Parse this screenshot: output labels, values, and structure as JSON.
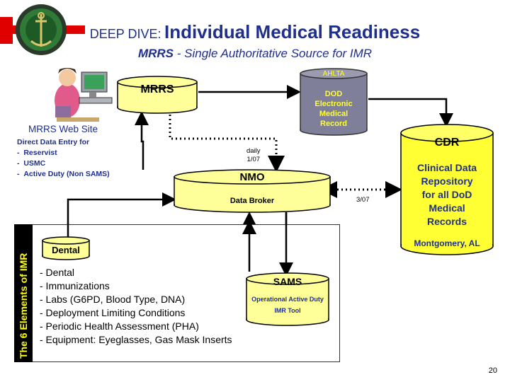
{
  "header": {
    "title_prefix": "DEEP DIVE:",
    "title_main": "Individual Medical Readiness",
    "subtitle_bold": "MRRS",
    "subtitle_rest": " - Single Authoritative Source for IMR"
  },
  "mrrs": {
    "label": "MRRS"
  },
  "web_site": {
    "title": "MRRS Web Site",
    "line1": "Direct Data Entry for",
    "items": [
      "Reservist",
      "USMC",
      "Active Duty  (Non SAMS)"
    ]
  },
  "ahlta": {
    "tag": "AHLTA",
    "body": [
      "DOD",
      "Electronic",
      "Medical",
      "Record"
    ]
  },
  "cdr": {
    "label": "CDR",
    "desc": [
      "Clinical Data",
      "Repository",
      "for all DoD",
      "Medical",
      "Records"
    ],
    "location": "Montgomery, AL"
  },
  "nmo": {
    "label": "NMO",
    "sub": "Data Broker"
  },
  "feeds": {
    "daily": [
      "daily",
      "1/07"
    ],
    "cdr_date": "3/07"
  },
  "elements": {
    "side_label": "The 6 Elements of IMR",
    "dental_label": "Dental",
    "items": [
      "- Dental",
      "- Immunizations",
      "- Labs (G6PD, Blood Type, DNA)",
      "- Deployment Limiting Conditions",
      "- Periodic Health Assessment (PHA)",
      "- Equipment:  Eyeglasses, Gas Mask Inserts"
    ]
  },
  "sams": {
    "label": "SAMS",
    "line1": "Operational Active Duty",
    "line2": "IMR Tool"
  },
  "page_number": "20",
  "colors": {
    "title_blue": "#1f2f8c",
    "cyl_yellow": "#ffff99",
    "ahlta_gray": "#7f7f99",
    "cdr_yellow": "#ffff33",
    "bar_text": "#ffff00"
  }
}
